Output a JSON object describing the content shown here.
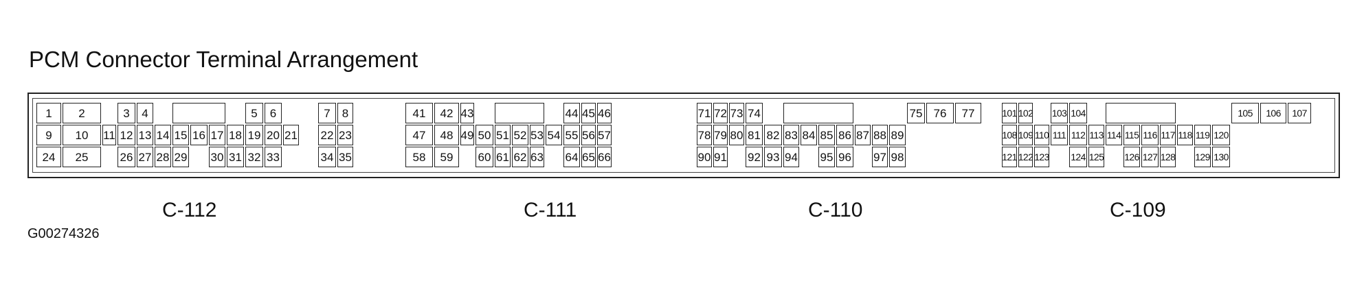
{
  "title": "PCM Connector Terminal Arrangement",
  "figure_id": "G00274326",
  "connectors": [
    {
      "label": "C-112",
      "cols": [
        "0 38",
        "38 96",
        "96 118",
        "118 146",
        "146 172",
        "172 198",
        "198 224",
        "224 251",
        "251 277",
        "277 304",
        "304 332",
        "332 359",
        "359 384",
        "384 410",
        "410 438",
        "438 463",
        "463 486"
      ],
      "cells": [
        [
          "1",
          0,
          0
        ],
        [
          "2",
          0,
          1
        ],
        [
          "3",
          0,
          3
        ],
        [
          "4",
          0,
          4
        ],
        [
          "",
          0,
          6,
          3
        ],
        [
          "5",
          0,
          10
        ],
        [
          "6",
          0,
          11
        ],
        [
          "7",
          0,
          14
        ],
        [
          "8",
          0,
          15
        ],
        [
          "9",
          1,
          0
        ],
        [
          "10",
          1,
          1
        ],
        [
          "11",
          1,
          2
        ],
        [
          "12",
          1,
          3
        ],
        [
          "13",
          1,
          4
        ],
        [
          "14",
          1,
          5
        ],
        [
          "15",
          1,
          6
        ],
        [
          "16",
          1,
          7
        ],
        [
          "17",
          1,
          8
        ],
        [
          "18",
          1,
          9
        ],
        [
          "19",
          1,
          10
        ],
        [
          "20",
          1,
          11
        ],
        [
          "21",
          1,
          12
        ],
        [
          "22",
          1,
          14
        ],
        [
          "23",
          1,
          15
        ],
        [
          "24",
          2,
          0
        ],
        [
          "25",
          2,
          1
        ],
        [
          "26",
          2,
          3
        ],
        [
          "27",
          2,
          4
        ],
        [
          "28",
          2,
          5
        ],
        [
          "29",
          2,
          6
        ],
        [
          "30",
          2,
          8
        ],
        [
          "31",
          2,
          9
        ],
        [
          "32",
          2,
          10
        ],
        [
          "33",
          2,
          11
        ],
        [
          "34",
          2,
          14
        ],
        [
          "35",
          2,
          15
        ]
      ]
    },
    {
      "label": "C-111",
      "cols": [
        "0 42",
        "42 80",
        "80 102",
        "102 130",
        "130 155",
        "155 181",
        "181 204",
        "204 230",
        "230 256",
        "256 279",
        "279 302"
      ],
      "cells": [
        [
          "41",
          0,
          0
        ],
        [
          "42",
          0,
          1
        ],
        [
          "43",
          0,
          2
        ],
        [
          "",
          0,
          4,
          3
        ],
        [
          "44",
          0,
          8
        ],
        [
          "45",
          0,
          9
        ],
        [
          "46",
          0,
          10
        ],
        [
          "47",
          1,
          0
        ],
        [
          "48",
          1,
          1
        ],
        [
          "49",
          1,
          2
        ],
        [
          "50",
          1,
          3
        ],
        [
          "51",
          1,
          4
        ],
        [
          "52",
          1,
          5
        ],
        [
          "53",
          1,
          6
        ],
        [
          "54",
          1,
          7
        ],
        [
          "55",
          1,
          8
        ],
        [
          "56",
          1,
          9
        ],
        [
          "57",
          1,
          10
        ],
        [
          "58",
          2,
          0
        ],
        [
          "59",
          2,
          1
        ],
        [
          "60",
          2,
          3
        ],
        [
          "61",
          2,
          4
        ],
        [
          "62",
          2,
          5
        ],
        [
          "63",
          2,
          6
        ],
        [
          "64",
          2,
          8
        ],
        [
          "65",
          2,
          9
        ],
        [
          "66",
          2,
          10
        ]
      ]
    },
    {
      "label": "C-110",
      "cols": [
        "0 24",
        "24 47",
        "47 71",
        "71 98",
        "98 126",
        "126 151",
        "151 177",
        "177 203",
        "203 230",
        "230 255",
        "255 280",
        "280 306",
        "306 334",
        "334 376",
        "376 416",
        "416 452"
      ],
      "cells": [
        [
          "71",
          0,
          0
        ],
        [
          "72",
          0,
          1
        ],
        [
          "73",
          0,
          2
        ],
        [
          "74",
          0,
          3
        ],
        [
          "",
          0,
          5,
          4
        ],
        [
          "75",
          0,
          12
        ],
        [
          "76",
          0,
          13
        ],
        [
          "77",
          0,
          14
        ],
        [
          "78",
          1,
          0
        ],
        [
          "79",
          1,
          1
        ],
        [
          "80",
          1,
          2
        ],
        [
          "81",
          1,
          3
        ],
        [
          "82",
          1,
          4
        ],
        [
          "83",
          1,
          5
        ],
        [
          "84",
          1,
          6
        ],
        [
          "85",
          1,
          7
        ],
        [
          "86",
          1,
          8
        ],
        [
          "87",
          1,
          9
        ],
        [
          "88",
          1,
          10
        ],
        [
          "89",
          1,
          11
        ],
        [
          "90",
          2,
          0
        ],
        [
          "91",
          2,
          1
        ],
        [
          "92",
          2,
          3
        ],
        [
          "93",
          2,
          4
        ],
        [
          "94",
          2,
          5
        ],
        [
          "95",
          2,
          7
        ],
        [
          "96",
          2,
          8
        ],
        [
          "97",
          2,
          10
        ],
        [
          "98",
          2,
          11
        ]
      ]
    },
    {
      "label": "C-109",
      "cols": [
        "0 24",
        "24 47",
        "47 71",
        "71 98",
        "98 126",
        "126 151",
        "151 177",
        "177 203",
        "203 230",
        "230 255",
        "255 280",
        "280 306",
        "306 334",
        "334 376",
        "376 416",
        "416 452"
      ],
      "cells": [
        [
          "101",
          0,
          0
        ],
        [
          "102",
          0,
          1
        ],
        [
          "103",
          0,
          3
        ],
        [
          "104",
          0,
          4
        ],
        [
          "",
          0,
          6,
          4
        ],
        [
          "105",
          0,
          13
        ],
        [
          "106",
          0,
          14
        ],
        [
          "107",
          0,
          15
        ],
        [
          "108",
          1,
          0
        ],
        [
          "109",
          1,
          1
        ],
        [
          "110",
          1,
          2
        ],
        [
          "111",
          1,
          3
        ],
        [
          "112",
          1,
          4
        ],
        [
          "113",
          1,
          5
        ],
        [
          "114",
          1,
          6
        ],
        [
          "115",
          1,
          7
        ],
        [
          "116",
          1,
          8
        ],
        [
          "117",
          1,
          9
        ],
        [
          "118",
          1,
          10
        ],
        [
          "119",
          1,
          11
        ],
        [
          "120",
          1,
          12
        ],
        [
          "121",
          2,
          0
        ],
        [
          "122",
          2,
          1
        ],
        [
          "123",
          2,
          2
        ],
        [
          "124",
          2,
          4
        ],
        [
          "125",
          2,
          5
        ],
        [
          "126",
          2,
          7
        ],
        [
          "127",
          2,
          8
        ],
        [
          "128",
          2,
          9
        ],
        [
          "129",
          2,
          11
        ],
        [
          "130",
          2,
          12
        ]
      ]
    }
  ]
}
